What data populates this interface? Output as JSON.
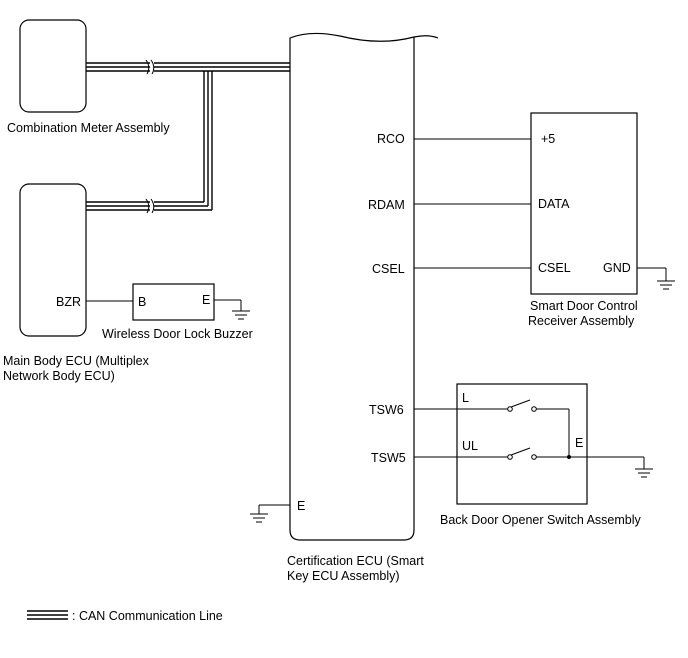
{
  "components": {
    "combination_meter": "Combination Meter Assembly",
    "main_body_ecu": [
      "Main Body ECU (Multiplex",
      "Network Body ECU)"
    ],
    "buzzer": "Wireless Door Lock Buzzer",
    "certification_ecu": [
      "Certification ECU (Smart",
      "Key ECU Assembly)"
    ],
    "smart_receiver": [
      "Smart Door Control",
      "Receiver Assembly"
    ],
    "back_door_switch": "Back Door Opener Switch Assembly"
  },
  "pins": {
    "bzr": "BZR",
    "buzzer_b": "B",
    "buzzer_e": "E",
    "rco": "RCO",
    "rdam": "RDAM",
    "csel": "CSEL",
    "tsw6": "TSW6",
    "tsw5": "TSW5",
    "cert_e": "E",
    "rcv_plus5": "+5",
    "rcv_data": "DATA",
    "rcv_csel": "CSEL",
    "rcv_gnd": "GND",
    "sw_l": "L",
    "sw_ul": "UL",
    "sw_e": "E"
  },
  "legend": {
    "label": ": CAN Communication Line"
  }
}
